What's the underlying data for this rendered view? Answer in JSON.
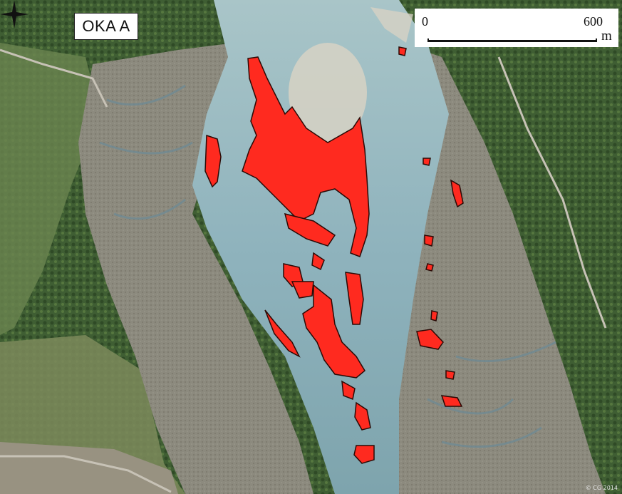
{
  "map": {
    "title": "OKA A",
    "scale": {
      "start": "0",
      "end": "600",
      "unit": "m"
    },
    "copyright": "© CG 2014",
    "colors": {
      "land_green": "#4a6b3a",
      "marsh_grey": "#8c8a7e",
      "water": "#8fb3bd",
      "sand": "#d7d2c4",
      "highlight": "#ff2a1f",
      "outline": "#2a0a06"
    },
    "icons": {
      "north_arrow": "compass-star-icon"
    }
  }
}
